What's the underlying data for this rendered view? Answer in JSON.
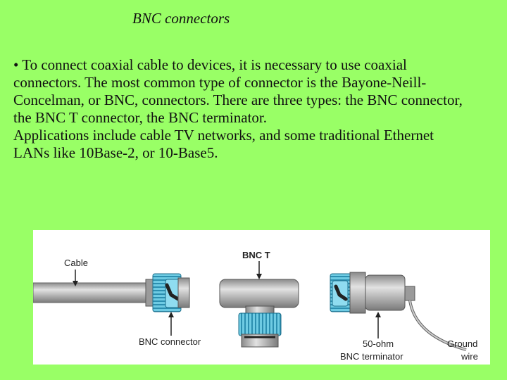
{
  "slide": {
    "title": "BNC connectors",
    "bullet": "• To connect coaxial cable to devices, it is necessary to use coaxial connectors. The most common type of connector is the Bayone-Neill-Concelman, or BNC, connectors. There are three types: the BNC connector, the BNC T connector,  the BNC terminator.",
    "applications": "Applications include cable TV networks, and some traditional Ethernet LANs like 10Base-2, or 10-Base5."
  },
  "figure": {
    "cable_label": "Cable",
    "bnc_t_label": "BNC T",
    "bnc_connector_label": "BNC connector",
    "terminator_label_1": "50-ohm",
    "terminator_label_2": "BNC terminator",
    "ground_label_1": "Ground",
    "ground_label_2": "wire",
    "colors": {
      "background": "#99ff66",
      "collar": "#66c6df",
      "metal": "#b5b5b5",
      "dark": "#333333"
    }
  }
}
